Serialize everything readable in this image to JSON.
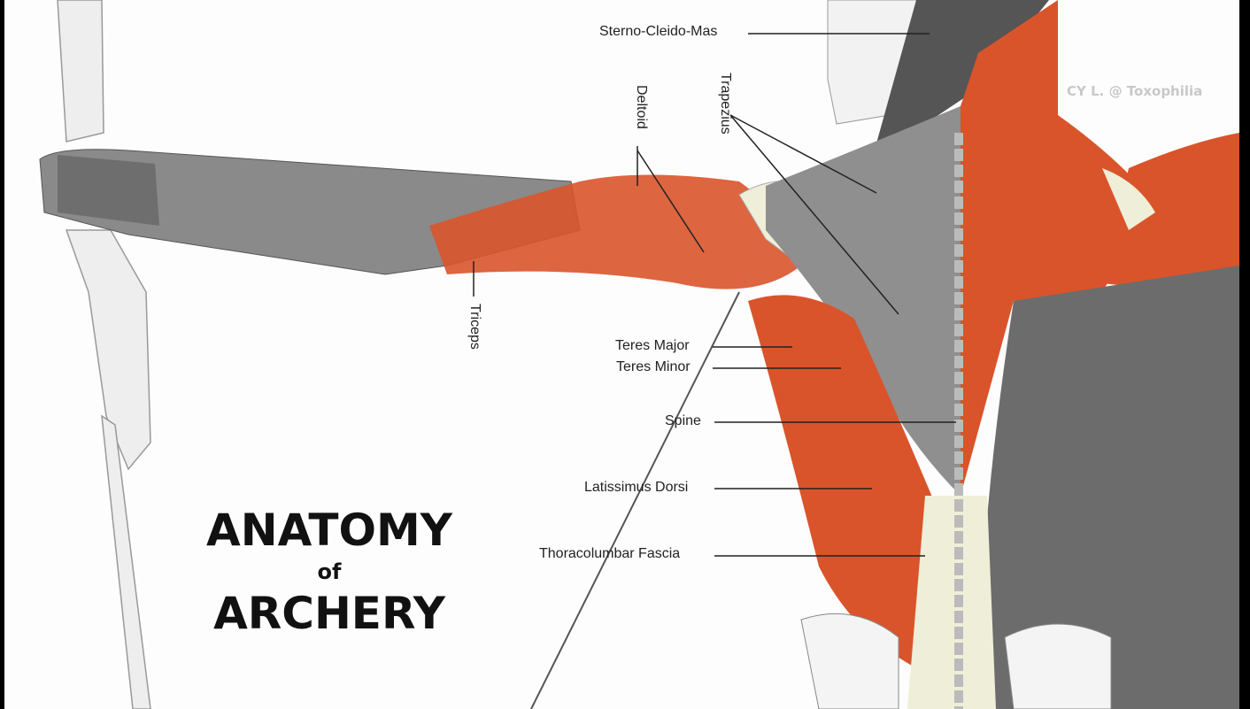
{
  "watermark": "CY L. @ Toxophilia",
  "title": {
    "line1": "ANATOMY",
    "line2": "of",
    "line3": "ARCHERY"
  },
  "labels": {
    "sterno": "Sterno-Cleido-Mas",
    "deltoid": "Deltoid",
    "trapezius": "Trapezius",
    "triceps": "Triceps",
    "teres_major": "Teres Major",
    "teres_minor": "Teres Minor",
    "spine": "Spine",
    "latissimus": "Latissimus Dorsi",
    "thoracolumbar": "Thoracolumbar Fascia"
  },
  "colors": {
    "muscle": "#d9542b",
    "grey_muscle": "#7a7a7a",
    "bone": "#efeed8"
  }
}
